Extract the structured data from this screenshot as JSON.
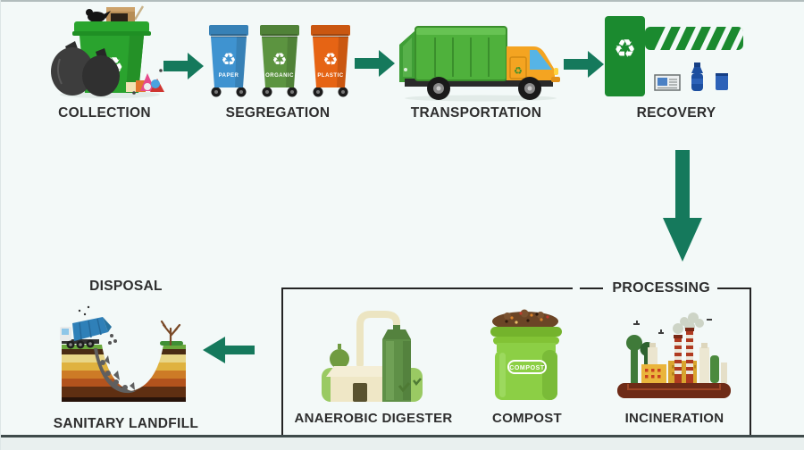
{
  "canvas": {
    "background": "#f3f9f8"
  },
  "flow": {
    "collection_label": "COLLECTION",
    "segregation_label": "SEGREGATION",
    "transportation_label": "TRANSPORTATION",
    "recovery_label": "RECOVERY",
    "processing_label": "PROCESSING",
    "disposal_label": "DISPOSAL",
    "sanitary_landfill_label": "SANITARY LANDFILL",
    "anaerobic_digester_label": "ANAEROBIC DIGESTER",
    "compost_label": "COMPOST",
    "incineration_label": "INCINERATION"
  },
  "segregation_bins": [
    {
      "label": "PAPER",
      "color": "#3f93d0"
    },
    {
      "label": "ORGANIC",
      "color": "#5c9440"
    },
    {
      "label": "PLASTIC",
      "color": "#e66414"
    }
  ],
  "compost_bin_text": "COMPOST",
  "icons": {
    "recycle_glyph": "♻"
  },
  "colors": {
    "arrow": "#15795c",
    "processing_border": "#242424",
    "label_text": "#2e2e2e"
  }
}
